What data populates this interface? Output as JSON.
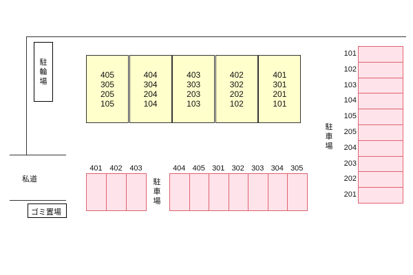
{
  "bicycle_parking": "駐輪場",
  "private_road": "私道",
  "garbage_area": "ゴミ置場",
  "center_parking": "駐車場",
  "right_parking": "駐車場",
  "buildings": [
    {
      "units": [
        "405",
        "305",
        "205",
        "105"
      ]
    },
    {
      "units": [
        "404",
        "304",
        "204",
        "104"
      ]
    },
    {
      "units": [
        "403",
        "303",
        "203",
        "103"
      ]
    },
    {
      "units": [
        "402",
        "302",
        "202",
        "102"
      ]
    },
    {
      "units": [
        "401",
        "301",
        "201",
        "101"
      ]
    }
  ],
  "left_spaces": [
    "401",
    "402",
    "403"
  ],
  "center_spaces": [
    "404",
    "405",
    "301",
    "302",
    "303",
    "304",
    "305"
  ],
  "right_spaces": [
    "101",
    "102",
    "103",
    "104",
    "105",
    "205",
    "204",
    "203",
    "202",
    "201"
  ],
  "colors": {
    "building_fill": "#ffffcc",
    "parking_fill": "#ffe3ea",
    "parking_border": "#e0606e"
  }
}
